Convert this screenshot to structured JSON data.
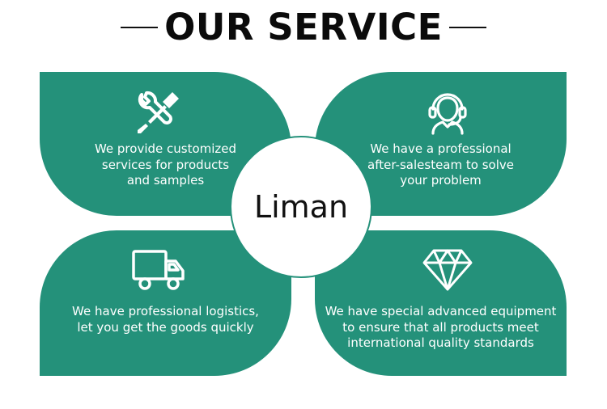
{
  "header": {
    "title": "OUR SERVICE"
  },
  "center": {
    "brand": "Liman"
  },
  "cards": {
    "top_left": {
      "icon": "wrench-screwdriver-icon",
      "lines": [
        "We provide customized",
        "services for products",
        "and samples"
      ]
    },
    "top_right": {
      "icon": "headset-support-icon",
      "lines": [
        "We have a professional",
        "after-salesteam to solve",
        "your problem"
      ]
    },
    "bottom_left": {
      "icon": "delivery-truck-icon",
      "lines": [
        "We have professional logistics,",
        "let you get the goods quickly"
      ]
    },
    "bottom_right": {
      "icon": "diamond-icon",
      "lines": [
        "We have special advanced equipment",
        "to ensure that all products meet",
        "international quality standards"
      ]
    }
  },
  "colors": {
    "card": "#24917a",
    "text": "#ffffff",
    "title": "#0b0b0b"
  }
}
